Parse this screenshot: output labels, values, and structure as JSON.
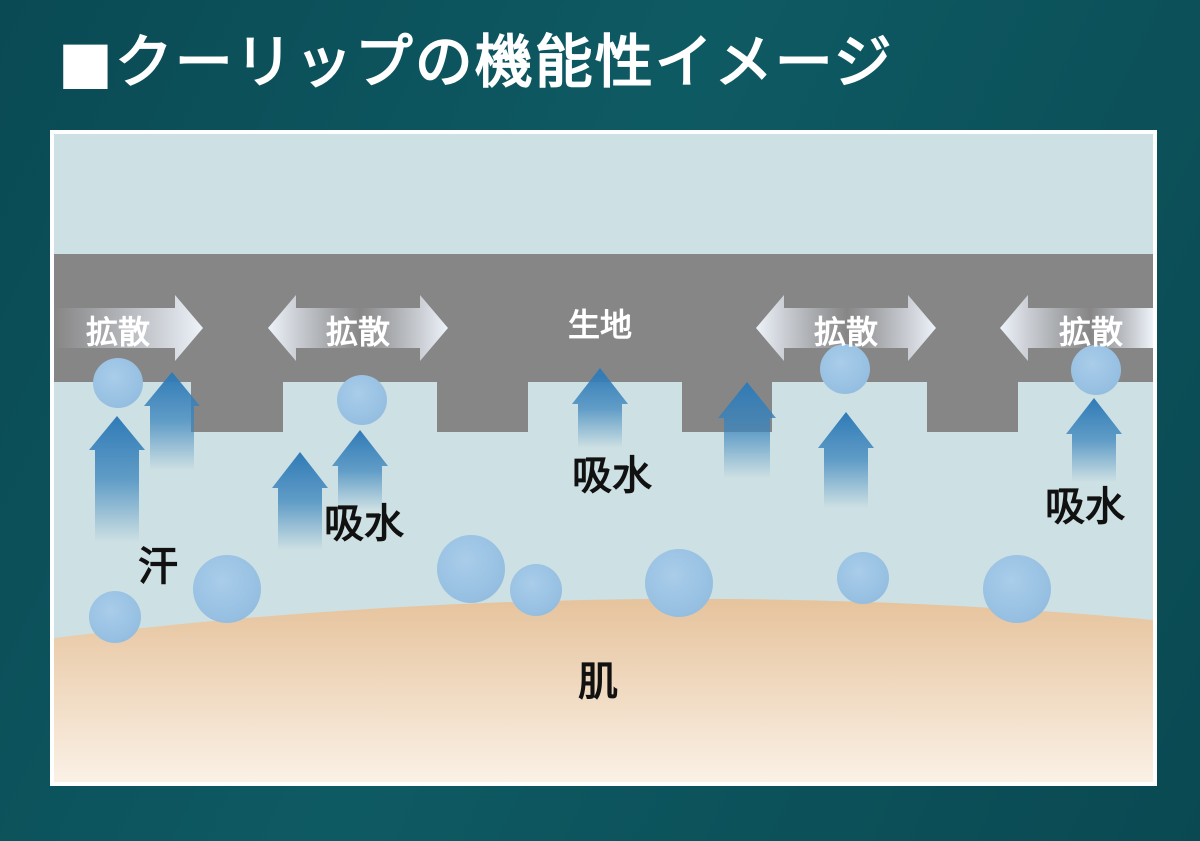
{
  "title": "■クーリップの機能性イメージ",
  "labels": {
    "fabric": "生地",
    "diffusion": "拡散",
    "absorption": "吸水",
    "sweat": "汗",
    "skin": "肌"
  },
  "colors": {
    "background": "#0b4c55",
    "air": "#cde0e3",
    "fabric": "#878686",
    "droplet": "#9fc5e3",
    "arrow": "#3b85bd",
    "diffusion_arrow": "#e6edf6",
    "skin_top": "#e6c39c",
    "skin_bottom": "#faf1e6"
  }
}
